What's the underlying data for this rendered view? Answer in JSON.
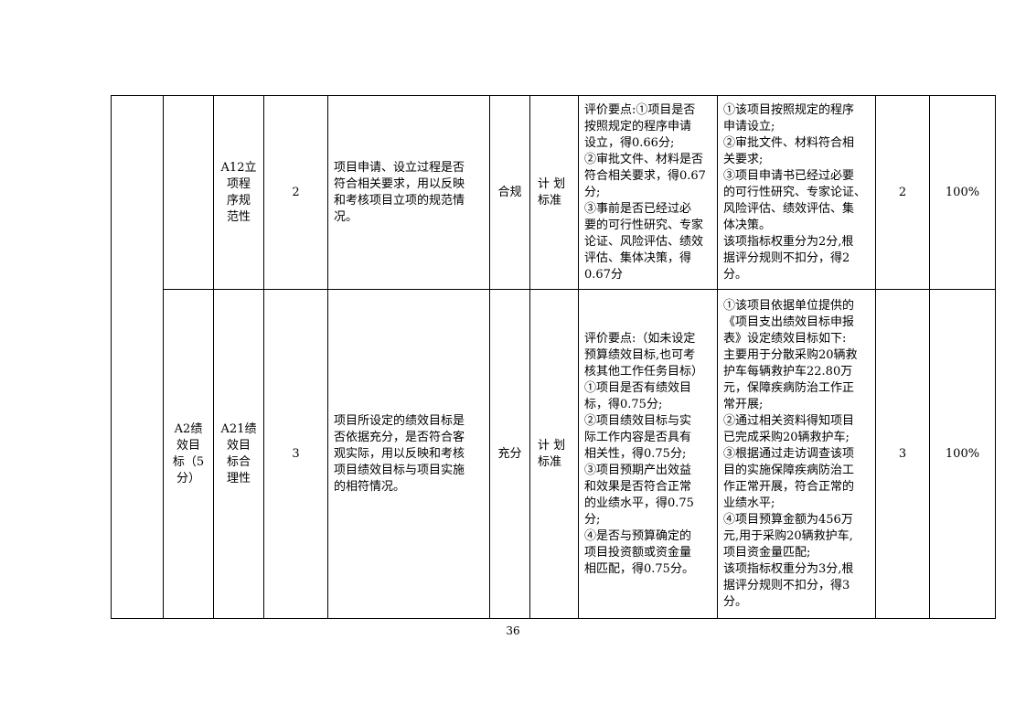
{
  "rows": [
    {
      "primary": "",
      "secondary": [],
      "tertiary": [
        "A12立",
        "项程",
        "序规",
        "范性"
      ],
      "weight": "2",
      "indicator": [
        "项目申请、设立过程是否",
        "符合相关要求，用以反映",
        "和考核项目立项的规范情",
        "况。"
      ],
      "criterion": "合规",
      "standard": [
        "计 划",
        "标准"
      ],
      "key_points": [
        "评价要点:①项目是否",
        "按照规定的程序申请",
        "设立，得0.66分;",
        "②审批文件、材料是否",
        "符合相关要求，得0.67",
        "分;",
        "③事前是否已经过必",
        "要的可行性研究、专家",
        "论证、风险评估、绩效",
        "评估、集体决策，得",
        "0.67分"
      ],
      "findings": [
        "①该项目按照规定的程序",
        "申请设立;",
        "②审批文件、材料符合相",
        "关要求;",
        "③项目申请书已经过必要",
        "的可行性研究、专家论证、",
        "风险评估、绩效评估、集",
        "体决策。",
        "该项指标权重分为2分,根",
        "据评分规则不扣分，得2",
        "分。"
      ],
      "score": "2",
      "rate": "100%"
    },
    {
      "primary": "",
      "secondary": [
        "A2绩",
        "效目",
        "标（5",
        "分）"
      ],
      "tertiary": [
        "A21绩",
        "效目",
        "标合",
        "理性"
      ],
      "weight": "3",
      "indicator": [
        "项目所设定的绩效目标是",
        "否依据充分，是否符合客",
        "观实际，用以反映和考核",
        "项目绩效目标与项目实施",
        "的相符情况。"
      ],
      "criterion": "充分",
      "standard": [
        "计 划",
        "标准"
      ],
      "key_points": [
        "评价要点:（如未设定",
        "预算绩效目标,也可考",
        "核其他工作任务目标）",
        "①项目是否有绩效目",
        "标，得0.75分;",
        "②项目绩效目标与实",
        "际工作内容是否具有",
        "相关性，得0.75分;",
        "③项目预期产出效益",
        "和效果是否符合正常",
        "的业绩水平，得0.75",
        "分;",
        "④是否与预算确定的",
        "项目投资额或资金量",
        "相匹配，得0.75分。"
      ],
      "findings": [
        "①该项目依据单位提供的",
        "《项目支出绩效目标申报",
        "表》设定绩效目标如下:",
        "主要用于分散采购20辆救",
        "护车每辆救护车22.80万",
        "元，保障疾病防治工作正",
        "常开展;",
        "②通过相关资料得知项目",
        "已完成采购20辆救护车;",
        "③根据通过走访调查该项",
        "目的实施保障疾病防治工",
        "作正常开展，符合正常的",
        "业绩水平;",
        "④项目预算金额为456万",
        "元,用于采购20辆救护车,",
        "项目资金量匹配;",
        "该项指标权重分为3分,根",
        "据评分规则不扣分，得3",
        "分。"
      ],
      "score": "3",
      "rate": "100%"
    }
  ],
  "page_number": "36"
}
